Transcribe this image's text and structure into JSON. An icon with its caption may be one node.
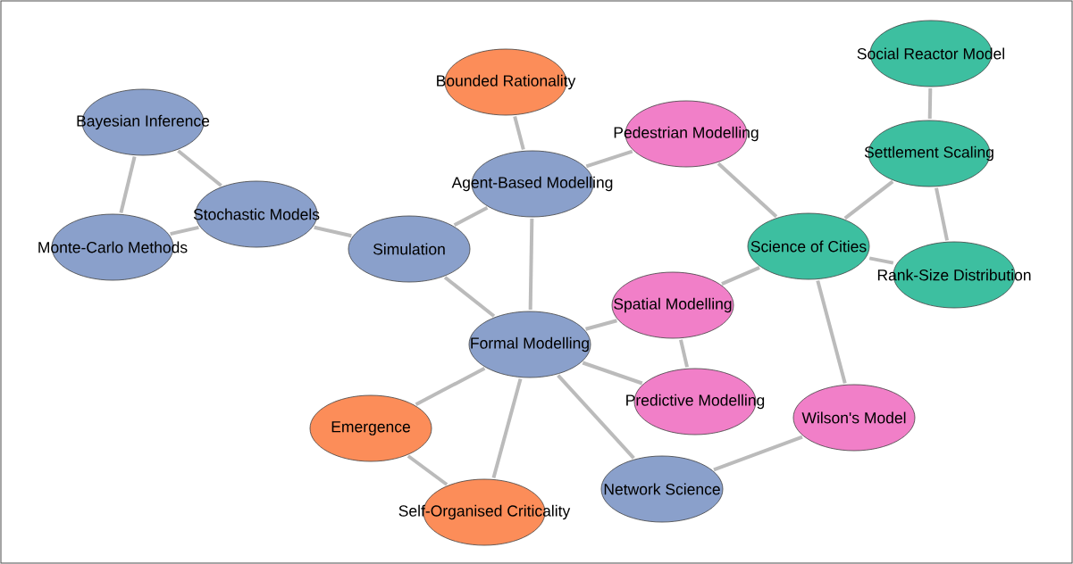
{
  "diagram": {
    "nodes": [
      {
        "text": [
          "Bayesian Inference"
        ]
      },
      {
        "text": [
          "Monte-Carlo Methods"
        ]
      },
      {
        "text": [
          "Stochastic Models"
        ]
      },
      {
        "text": [
          "Simulation"
        ]
      },
      {
        "text": [
          "Bounded Rationality"
        ]
      },
      {
        "text": [
          "Agent-Based Modelling"
        ]
      },
      {
        "text": [
          "Pedestrian Modelling"
        ]
      },
      {
        "text": [
          "Social Reactor Model"
        ]
      },
      {
        "text": [
          "Settlement Scaling"
        ]
      },
      {
        "text": [
          "Science of Cities"
        ]
      },
      {
        "text": [
          "Rank-Size Distribution"
        ]
      },
      {
        "text": [
          "Spatial Modelling"
        ]
      },
      {
        "text": [
          "Formal Modelling"
        ]
      },
      {
        "text": [
          "Predictive Modelling"
        ]
      },
      {
        "text": [
          "Emergence"
        ]
      },
      {
        "text": [
          "Wilson's Model"
        ]
      },
      {
        "text": [
          "Network Science"
        ]
      },
      {
        "text": [
          "Self-Organised Criticality"
        ]
      }
    ],
    "edges": [
      {
        "from": 0,
        "to": 2,
        "arrow": "none"
      },
      {
        "from": 0,
        "to": 1,
        "arrow": "none"
      },
      {
        "from": 1,
        "to": 2,
        "arrow": "none"
      },
      {
        "from": 2,
        "to": 3,
        "arrow": "none"
      },
      {
        "from": 3,
        "to": 5,
        "arrow": "none"
      },
      {
        "from": 3,
        "to": 12,
        "arrow": "none"
      },
      {
        "from": 4,
        "to": 5,
        "arrow": "none"
      },
      {
        "from": 5,
        "to": 6,
        "arrow": "none"
      },
      {
        "from": 5,
        "to": 12,
        "arrow": "none"
      },
      {
        "from": 6,
        "to": 9,
        "arrow": "none"
      },
      {
        "from": 7,
        "to": 8,
        "arrow": "none"
      },
      {
        "from": 8,
        "to": 9,
        "arrow": "none"
      },
      {
        "from": 8,
        "to": 10,
        "arrow": "none"
      },
      {
        "from": 9,
        "to": 10,
        "arrow": "none"
      },
      {
        "from": 9,
        "to": 11,
        "arrow": "none"
      },
      {
        "from": 9,
        "to": 15,
        "arrow": "none"
      },
      {
        "from": 11,
        "to": 12,
        "arrow": "none"
      },
      {
        "from": 11,
        "to": 13,
        "arrow": "none"
      },
      {
        "from": 12,
        "to": 13,
        "arrow": "none"
      },
      {
        "from": 12,
        "to": 14,
        "arrow": "none"
      },
      {
        "from": 12,
        "to": 17,
        "arrow": "none"
      },
      {
        "from": 12,
        "to": 16,
        "arrow": "none"
      },
      {
        "from": 14,
        "to": 17,
        "arrow": "none"
      },
      {
        "from": 15,
        "to": 16,
        "arrow": "none"
      }
    ]
  }
}
